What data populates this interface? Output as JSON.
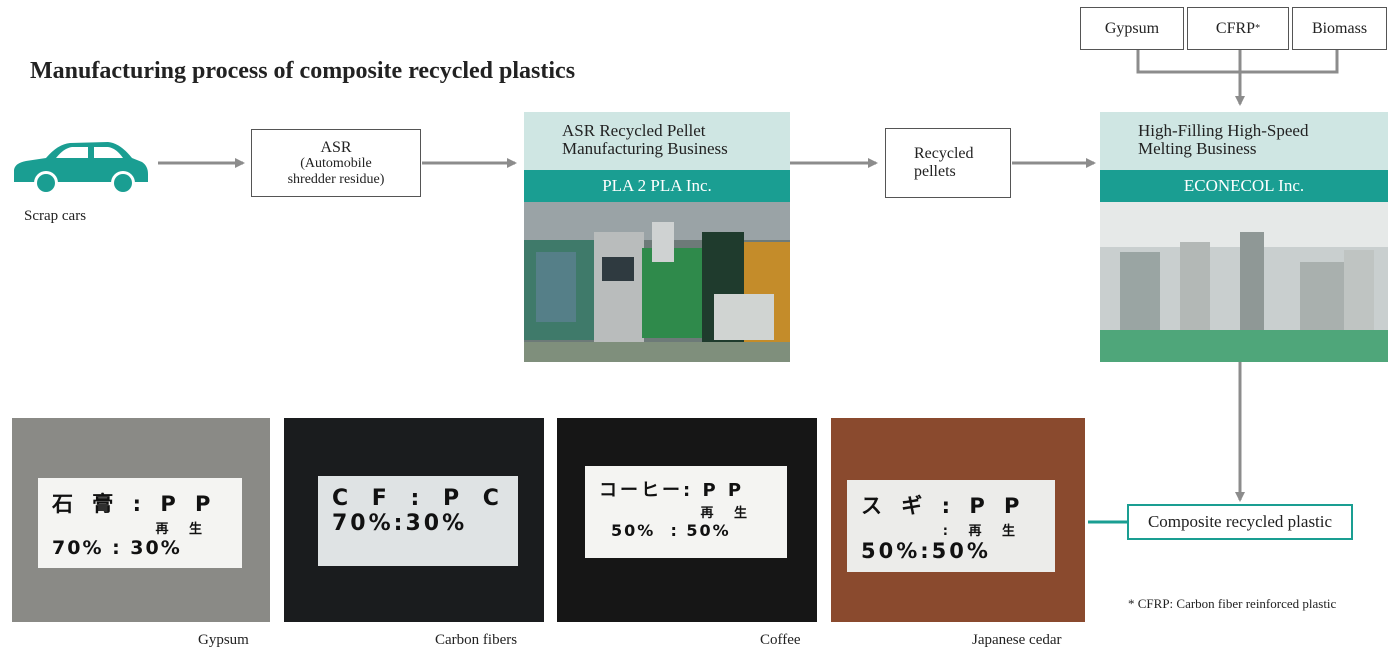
{
  "title": "Manufacturing process of composite recycled plastics",
  "scrap_cars": {
    "caption": "Scrap cars"
  },
  "asr_box": {
    "line1": "ASR",
    "line2": "(Automobile",
    "line3": "shredder residue)"
  },
  "business1": {
    "head_line1": "ASR Recycled Pellet",
    "head_line2": "Manufacturing Business",
    "company": "PLA 2 PLA Inc."
  },
  "recycled_pellets": {
    "line1": "Recycled",
    "line2": "pellets"
  },
  "business2": {
    "head_line1": "High-Filling High-Speed",
    "head_line2": "Melting Business",
    "company": "ECONECOL Inc."
  },
  "inputs": {
    "gypsum": "Gypsum",
    "cfrp": "CFRP",
    "cfrp_mark": "*",
    "biomass": "Biomass"
  },
  "composite_box": "Composite recycled plastic",
  "footnote": "* CFRP: Carbon fiber reinforced plastic",
  "samples": [
    {
      "caption": "Gypsum",
      "l1": "石 膏 : P P",
      "l2": "再 生",
      "l3": "70% : 30%"
    },
    {
      "caption": "Carbon fibers",
      "l1": "C F : P C",
      "l2": "",
      "l3": "70%:30%"
    },
    {
      "caption": "Coffee",
      "l1": "コーヒー: P P",
      "l2": "再 生",
      "l3": "50%  : 50%"
    },
    {
      "caption": "Japanese cedar",
      "l1": "ス ギ : P P",
      "l2": ": 再 生",
      "l3": "50%:50%"
    }
  ],
  "colors": {
    "teal": "#1a9e92",
    "teal_light": "#cfe6e3",
    "arrow_gray": "#8c8c8c"
  }
}
